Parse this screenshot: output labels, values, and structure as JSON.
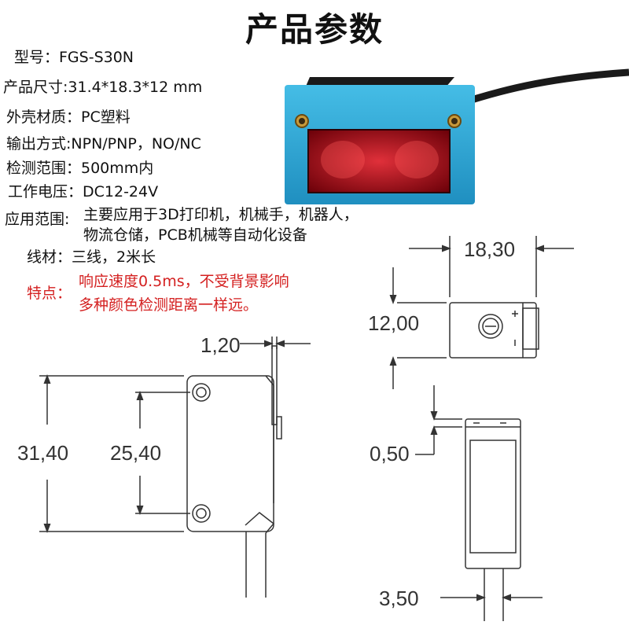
{
  "title": "产品参数",
  "specs": {
    "model": "型号：FGS-S30N",
    "size": "产品尺寸:31.4*18.3*12 mm",
    "housing": "外壳材质：PC塑料",
    "output": "输出方式:NPN/PNP，NO/NC",
    "range": "检测范围：500mm内",
    "voltage": "工作电压：DC12-24V",
    "app_label": "应用范围:",
    "app_line1": "主要应用于3D打印机，机械手，机器人，",
    "app_line2": "物流仓储，PCB机械等自动化设备",
    "wire": "线材：三线，2米长",
    "feature_label": "特点：",
    "feature_line1": "响应速度0.5ms，不受背景影响",
    "feature_line2": "多种颜色检测距离一样远。"
  },
  "dimensions": {
    "width": "18,30",
    "height": "12,00",
    "bracket": "1,20",
    "length": "31,40",
    "hole_pitch": "25,40",
    "lens_offset": "0,50",
    "cable": "3,50"
  },
  "colors": {
    "housing": "#2aa8d8",
    "lens": "#b0101a",
    "feature_text": "#d42020"
  }
}
